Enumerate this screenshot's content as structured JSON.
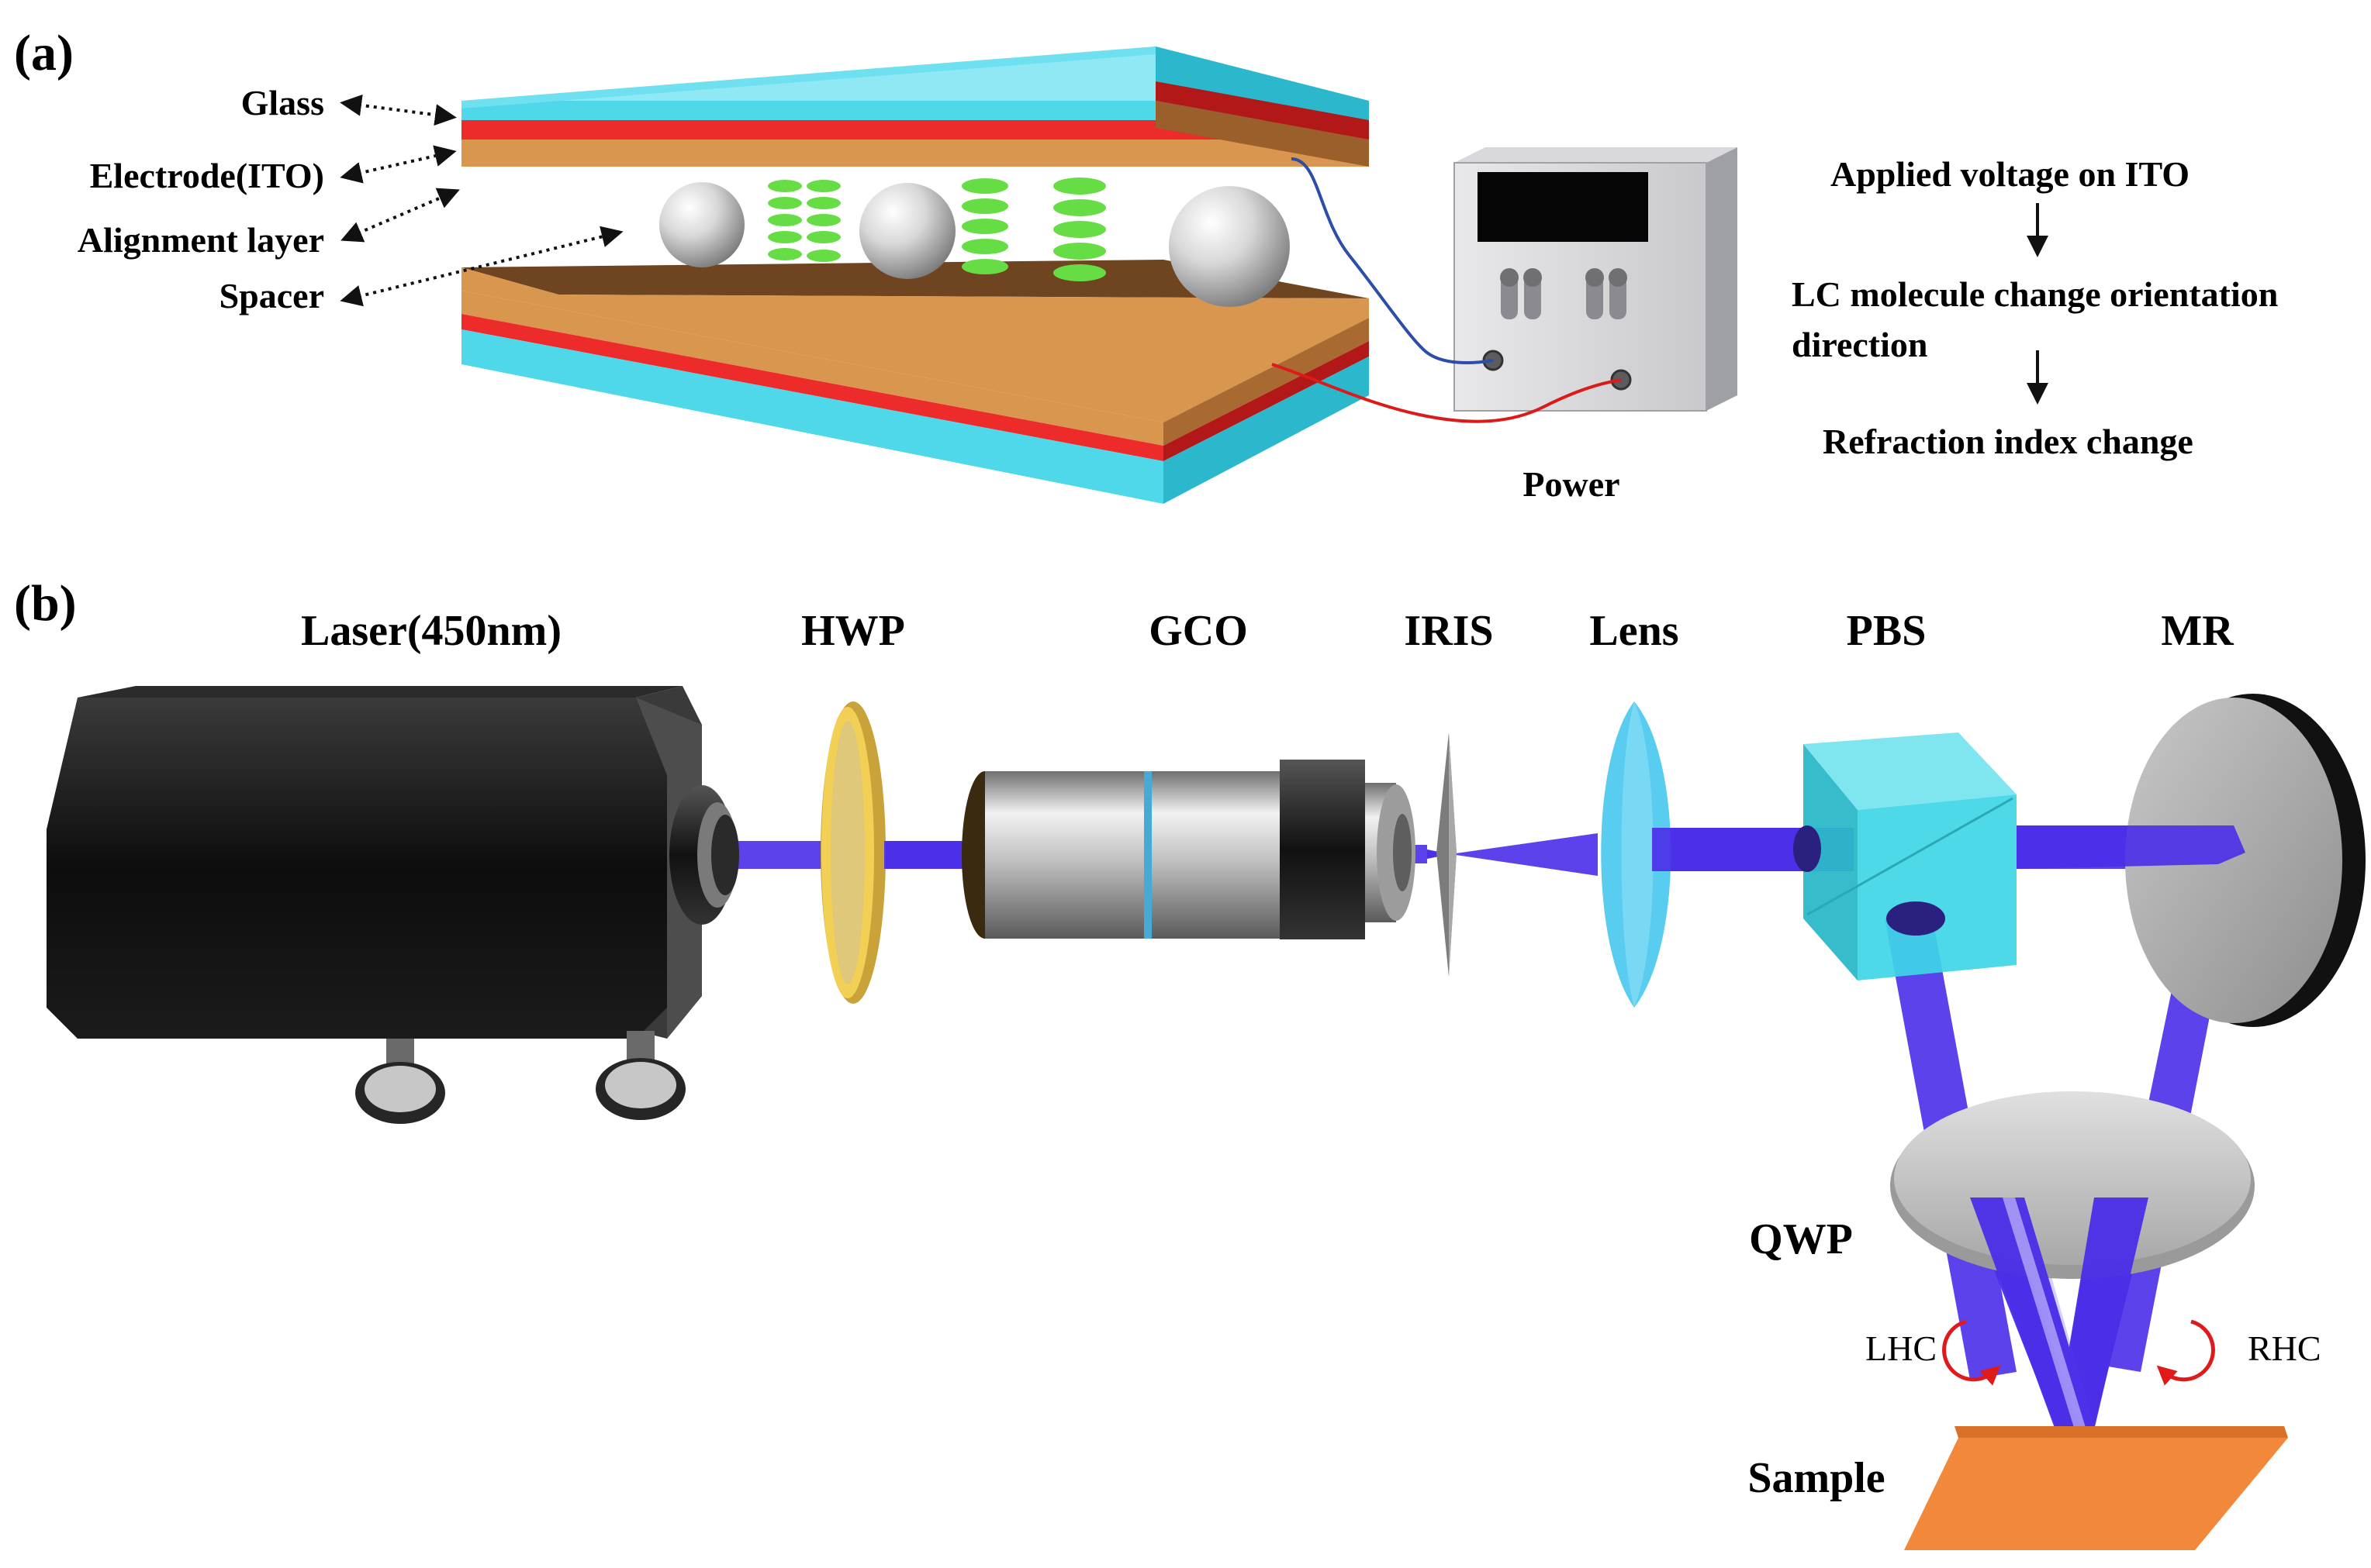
{
  "panel_a": {
    "label": "(a)",
    "callouts": {
      "glass": "Glass",
      "electrode": "Electrode(ITO)",
      "alignment": "Alignment layer",
      "spacer": "Spacer"
    },
    "power_label": "Power",
    "process": {
      "step1": "Applied voltage on ITO",
      "step2_line1": "LC molecule change orientation",
      "step2_line2": "direction",
      "step3": "Refraction index change"
    }
  },
  "panel_b": {
    "label": "(b)",
    "components": {
      "laser": "Laser(450nm)",
      "hwp": "HWP",
      "gco": "GCO",
      "iris": "IRIS",
      "lens": "Lens",
      "pbs": "PBS",
      "mr": "MR",
      "qwp": "QWP",
      "sample": "Sample"
    },
    "handedness": {
      "left": "LHC",
      "right": "RHC"
    }
  },
  "colors": {
    "glass": "#4fd7ea",
    "electrode": "#ee2b2b",
    "alignment": "#d9964e",
    "alignment_top": "#7a4a20",
    "lc_molecule": "#66dd44",
    "beam": "#4a2ee8",
    "hwp": "#f2cf55",
    "lens": "#59cdf0",
    "pbs": "#3fd6e6",
    "sample": "#f2883a",
    "arrow_red": "#e01a1a",
    "wire_blue": "#2c4ea8",
    "wire_red": "#dd1a1a"
  }
}
